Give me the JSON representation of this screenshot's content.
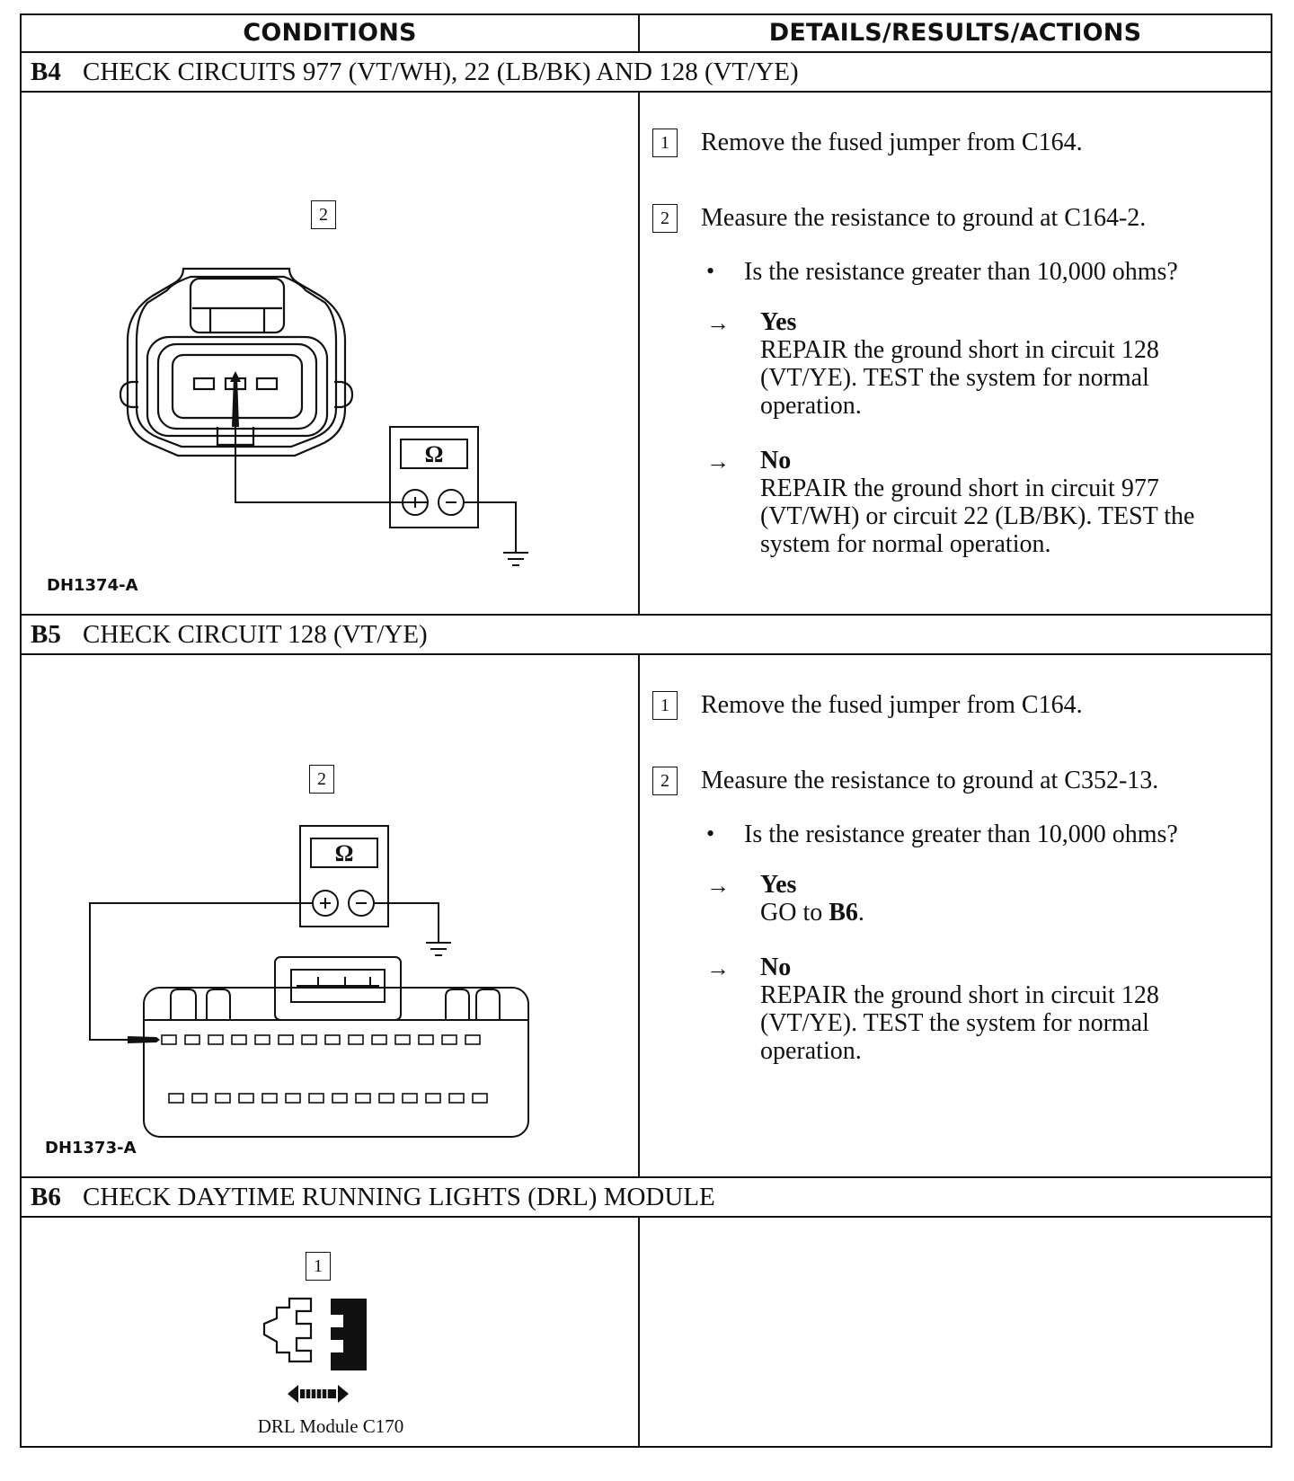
{
  "header": {
    "conditions": "CONDITIONS",
    "details": "DETAILS/RESULTS/ACTIONS"
  },
  "steps": [
    {
      "id": "B4",
      "title": "CHECK CIRCUITS 977 (VT/WH), 22 (LB/BK) AND 128 (VT/YE)",
      "figure_id": "DH1374-A",
      "figure_step": "2",
      "meter_symbol": "Ω",
      "actions": [
        {
          "num": "1",
          "text": "Remove the fused jumper from C164."
        },
        {
          "num": "2",
          "text": "Measure the resistance to ground at C164-2."
        }
      ],
      "question": "Is the resistance greater than 10,000 ohms?",
      "yes_label": "Yes",
      "yes_lines": [
        "REPAIR the ground short in circuit 128",
        "(VT/YE). TEST the system for normal",
        "operation."
      ],
      "no_label": "No",
      "no_lines": [
        "REPAIR the ground short in circuit 977",
        "(VT/WH) or circuit 22 (LB/BK). TEST the",
        "system for normal operation."
      ]
    },
    {
      "id": "B5",
      "title": "CHECK CIRCUIT 128 (VT/YE)",
      "figure_id": "DH1373-A",
      "figure_step": "2",
      "meter_symbol": "Ω",
      "actions": [
        {
          "num": "1",
          "text": "Remove the fused jumper from C164."
        },
        {
          "num": "2",
          "text": "Measure the resistance to ground at C352-13."
        }
      ],
      "question": "Is the resistance greater than 10,000 ohms?",
      "yes_label": "Yes",
      "yes_go_prefix": "GO to ",
      "yes_go_target": "B6",
      "yes_go_suffix": ".",
      "no_label": "No",
      "no_lines": [
        "REPAIR the ground short in circuit 128",
        "(VT/YE). TEST the system for normal",
        "operation."
      ]
    },
    {
      "id": "B6",
      "title": "CHECK DAYTIME RUNNING LIGHTS (DRL) MODULE",
      "figure_step": "1",
      "caption": "DRL Module C170"
    }
  ],
  "bullet_glyph": "•",
  "arrow_glyph": "→"
}
